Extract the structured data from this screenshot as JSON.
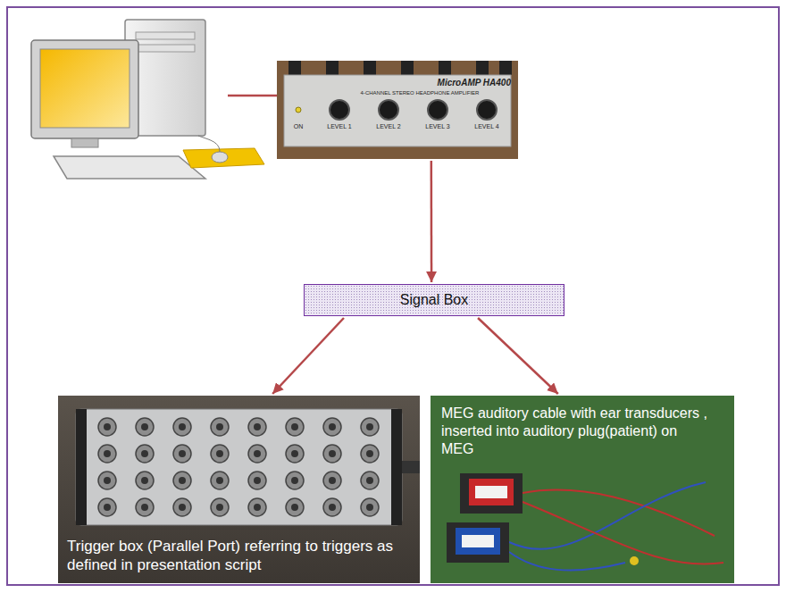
{
  "diagram": {
    "nodes": [
      {
        "text": [
          "MicroAMP HA400",
          "4-CHANNEL STEREO HEADPHONE AMPLIFIER",
          "ON",
          "LEVEL 1",
          "LEVEL 2",
          "LEVEL 3",
          "LEVEL 4"
        ]
      },
      {
        "text": [
          "Signal Box"
        ]
      },
      {
        "text": [
          "Trigger box (Parallel Port) referring to triggers as defined in presentation script"
        ]
      },
      {
        "text": [
          "MEG auditory cable with ear transducers , inserted into auditory plug(patient) on MEG"
        ]
      }
    ],
    "edges": [
      {
        "from": 0,
        "to": 1,
        "arrow": "to"
      },
      {
        "from": 1,
        "to": 2,
        "arrow": "to"
      },
      {
        "from": 1,
        "to": 3,
        "arrow": "to"
      }
    ]
  }
}
